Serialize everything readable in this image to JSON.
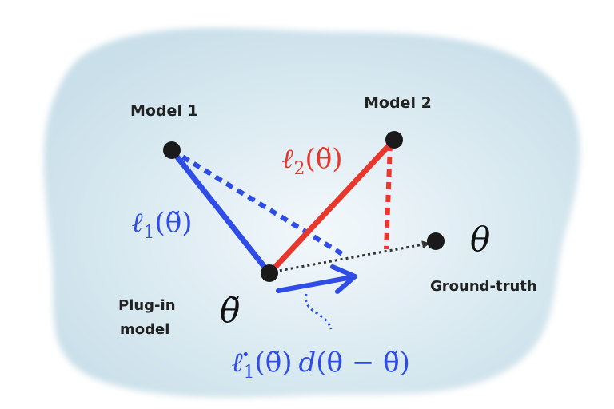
{
  "labels": {
    "model1": "Model 1",
    "model2": "Model 2",
    "ground_truth": "Ground-truth",
    "plugin_line1": "Plug-in",
    "plugin_line2": "model"
  },
  "math": {
    "theta": "θ",
    "theta_tilde": "θ̃",
    "loss1": "ℓ",
    "loss1_sub": "1",
    "loss1_arg": "(θ̃)",
    "loss2": "ℓ",
    "loss2_sub": "2",
    "loss2_arg": "(θ̃)",
    "deriv_symbol": "ℓ̇",
    "deriv_sub": "1",
    "deriv_arg": "(θ̃)",
    "deriv_d": "d",
    "deriv_tail": "(θ − θ̃)"
  },
  "colors": {
    "blob": "#d6e7ef",
    "blob_center": "#eef5f8",
    "point": "#1a1a1a",
    "blue": "#2f4ce6",
    "red": "#e8372c",
    "gray_dotted": "#555555",
    "text": "#222222"
  }
}
